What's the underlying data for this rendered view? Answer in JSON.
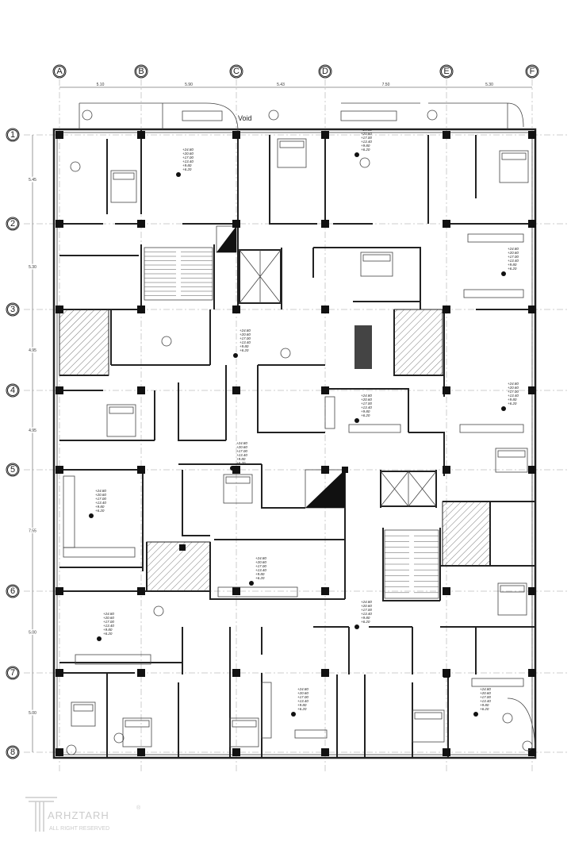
{
  "plan": {
    "columns": [
      {
        "label": "A",
        "span_to_next": "5.10"
      },
      {
        "label": "B",
        "span_to_next": "5.90"
      },
      {
        "label": "C",
        "span_to_next": "5.43"
      },
      {
        "label": "D",
        "span_to_next": "7.50"
      },
      {
        "label": "E",
        "span_to_next": "5.30"
      },
      {
        "label": "F",
        "span_to_next": null
      }
    ],
    "rows": [
      {
        "label": "1",
        "span_to_next": "5.45"
      },
      {
        "label": "2",
        "span_to_next": "5.30"
      },
      {
        "label": "3",
        "span_to_next": "4.95"
      },
      {
        "label": "4",
        "span_to_next": "4.95"
      },
      {
        "label": "5",
        "span_to_next": "7.55"
      },
      {
        "label": "6",
        "span_to_next": "5.00"
      },
      {
        "label": "7",
        "span_to_next": "5.00"
      },
      {
        "label": "8",
        "span_to_next": null
      }
    ],
    "void_label": "Void",
    "elevation_levels": [
      "+24.80",
      "+20.60",
      "+17.00",
      "+13.40",
      "+9.80",
      "+6.20"
    ]
  },
  "watermark": {
    "brand": "ARHZTARH",
    "subtitle": "ALL RIGHT RESERVED",
    "registered": "®"
  }
}
